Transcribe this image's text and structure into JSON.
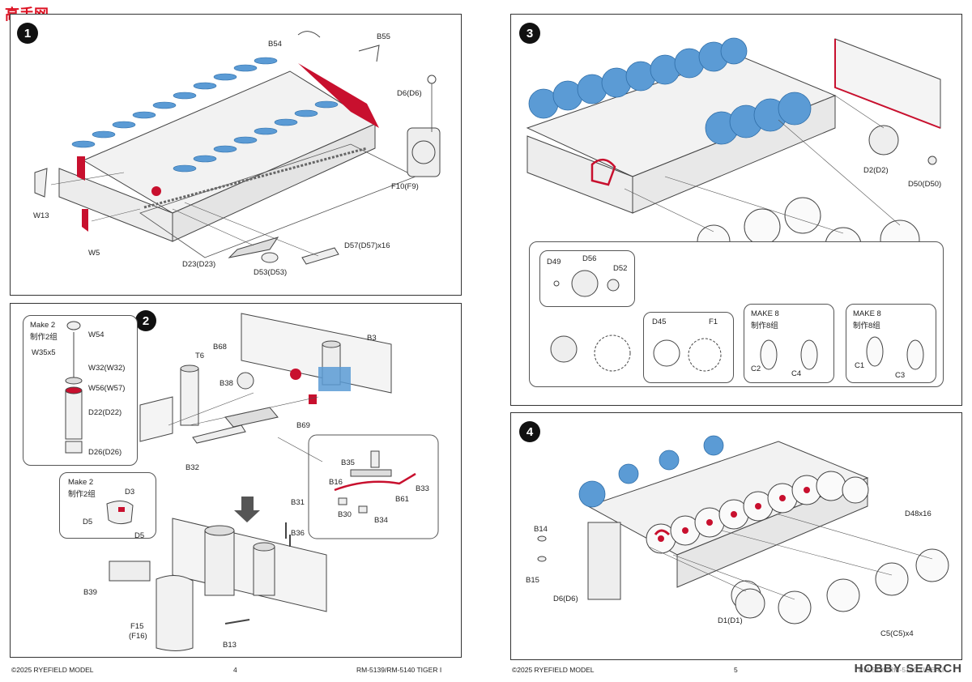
{
  "watermark_text": "高手网",
  "steps": {
    "s1": {
      "num": "1",
      "labels": [
        "B54",
        "B55",
        "D6(D6)",
        "F10(F9)",
        "W13",
        "W5",
        "D23(D23)",
        "D53(D53)",
        "D57(D57)x16"
      ]
    },
    "s2": {
      "num": "2",
      "make_a": {
        "title": "Make 2",
        "title_cn": "制作2组",
        "labels": [
          "W54",
          "W35x5",
          "W32(W32)",
          "W56(W57)",
          "D22(D22)",
          "D26(D26)"
        ]
      },
      "make_b": {
        "title": "Make 2",
        "title_cn": "制作2组",
        "labels": [
          "D3",
          "D5",
          "D5"
        ]
      },
      "labels": [
        "T6",
        "B68",
        "B3",
        "B38",
        "B69",
        "B32",
        "B35",
        "B16",
        "B33",
        "B30",
        "B61",
        "B34",
        "B31",
        "B36",
        "B39",
        "F15",
        "(F16)",
        "B13"
      ]
    },
    "s3": {
      "num": "3",
      "labels": [
        "D2(D2)",
        "D50(D50)"
      ],
      "sub_a": {
        "labels": [
          "D49",
          "D56",
          "D52"
        ]
      },
      "sub_b": {
        "labels": [
          "D45",
          "F1"
        ]
      },
      "sub_c": {
        "title": "MAKE 8",
        "title_cn": "制作8组",
        "labels": [
          "C2",
          "C4"
        ]
      },
      "sub_d": {
        "title": "MAKE 8",
        "title_cn": "制作8组",
        "labels": [
          "C1",
          "C3"
        ]
      }
    },
    "s4": {
      "num": "4",
      "labels": [
        "B14",
        "B15",
        "D6(D6)",
        "D1(D1)",
        "D48x16",
        "C5(C5)x4"
      ]
    }
  },
  "footer": {
    "left_copyright": "©2025 RYEFIELD MODEL",
    "left_page": "4",
    "left_product": "RM-5139/RM-5140 TIGER I",
    "right_copyright": "©2025 RYEFIELD MODEL",
    "right_page": "5",
    "right_product": "RM-5139/RM-5140 TIGER I"
  },
  "brand_text": "HOBBY SEARCH",
  "colors": {
    "accent_red": "#c8102e",
    "part_blue": "#5b9bd5",
    "outline": "#333333"
  }
}
